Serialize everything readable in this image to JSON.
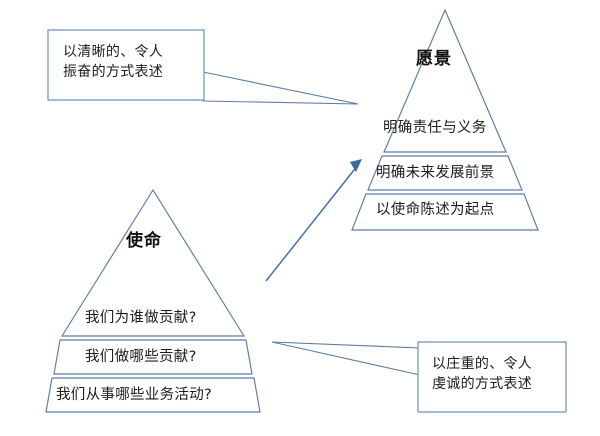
{
  "diagram": {
    "type": "two-pyramid-comparison",
    "background_color": "#ffffff",
    "stroke_color": "#5c7ba6",
    "connector_color": "#4472a8",
    "text_color": "#1c1c1c"
  },
  "vision_pyramid": {
    "title": "愿景",
    "bands": [
      {
        "label": "明确责任与义务"
      },
      {
        "label": "明确未来发展前景"
      },
      {
        "label": "以使命陈述为起点"
      }
    ]
  },
  "mission_pyramid": {
    "title": "使命",
    "bands": [
      {
        "label": "我们为谁做贡献?"
      },
      {
        "label": "我们做哪些贡献?"
      },
      {
        "label": "我们从事哪些业务活动?"
      }
    ]
  },
  "callouts": [
    {
      "id": "vision-callout",
      "text": "以清晰的、令人\n振奋的方式表述"
    },
    {
      "id": "mission-callout",
      "text": "以庄重的、令人\n虔诚的方式表述"
    }
  ],
  "connector": {
    "name": "mission-to-vision-arrow",
    "direction": "up-right"
  }
}
